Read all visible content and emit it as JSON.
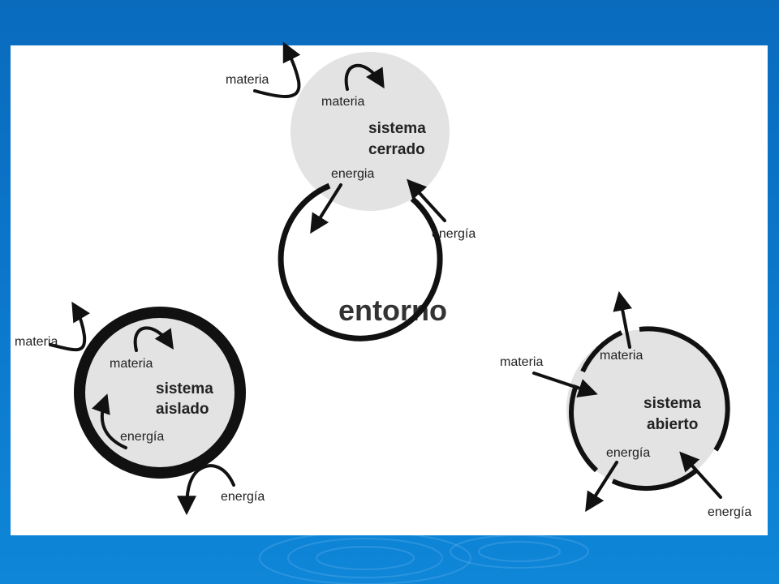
{
  "slide": {
    "background_color": "#0a75c9",
    "panel_color": "#ffffff"
  },
  "diagram": {
    "center_label": "entorno",
    "closed_system": {
      "title_line1": "sistema",
      "title_line2": "cerrado",
      "outer_matter": "materia",
      "inner_matter": "materia",
      "inner_energy": "energia",
      "outer_energy": "energía"
    },
    "isolated_system": {
      "title_line1": "sistema",
      "title_line2": "aislado",
      "outer_matter": "materia",
      "inner_matter": "materia",
      "inner_energy": "energía",
      "outer_energy": "energía"
    },
    "open_system": {
      "title_line1": "sistema",
      "title_line2": "abierto",
      "outer_matter": "materia",
      "inner_matter": "materia",
      "inner_energy": "energía",
      "outer_energy": "energía"
    },
    "circle_fill": "#e3e3e3",
    "stroke_color": "#111111"
  }
}
